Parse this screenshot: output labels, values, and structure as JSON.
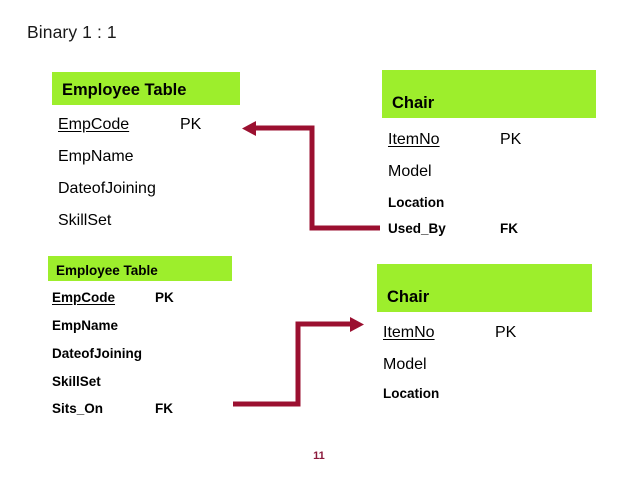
{
  "slide": {
    "title": "Binary 1 : 1",
    "page_number": "11",
    "colors": {
      "header_green": "#9DEE2C",
      "connector_red": "#9B1030",
      "page_number_red": "#8C1A3C",
      "text_black": "#000000",
      "background": "#FFFFFF"
    }
  },
  "tables": {
    "employee_top": {
      "header": "Employee Table",
      "fields": [
        {
          "name": "EmpCode",
          "key": "PK",
          "underline": true
        },
        {
          "name": "EmpName",
          "key": "",
          "underline": false
        },
        {
          "name": "DateofJoining",
          "key": "",
          "underline": false
        },
        {
          "name": "SkillSet",
          "key": "",
          "underline": false
        }
      ]
    },
    "chair_top": {
      "header": "Chair",
      "fields": [
        {
          "name": "ItemNo",
          "key": "PK",
          "underline": true
        },
        {
          "name": "Model",
          "key": "",
          "underline": false
        },
        {
          "name": "Location",
          "key": "",
          "underline": false
        },
        {
          "name": "Used_By",
          "key": "FK",
          "underline": false
        }
      ]
    },
    "employee_bottom": {
      "header": "Employee Table",
      "fields": [
        {
          "name": "EmpCode",
          "key": "PK",
          "underline": true
        },
        {
          "name": "EmpName",
          "key": "",
          "underline": false
        },
        {
          "name": "DateofJoining",
          "key": "",
          "underline": false
        },
        {
          "name": "SkillSet",
          "key": "",
          "underline": false
        },
        {
          "name": "Sits_On",
          "key": "FK",
          "underline": false
        }
      ]
    },
    "chair_bottom": {
      "header": "Chair",
      "fields": [
        {
          "name": "ItemNo",
          "key": "PK",
          "underline": true
        },
        {
          "name": "Model",
          "key": "",
          "underline": false
        },
        {
          "name": "Location",
          "key": "",
          "underline": false
        }
      ]
    }
  },
  "connectors": [
    {
      "id": "chair-usedby-to-employee",
      "from": "chair_top.Used_By",
      "to": "employee_top.EmpCode",
      "direction": "right-to-left"
    },
    {
      "id": "employee-sitson-to-chair",
      "from": "employee_bottom.Sits_On",
      "to": "chair_bottom.ItemNo",
      "direction": "left-to-right"
    }
  ]
}
